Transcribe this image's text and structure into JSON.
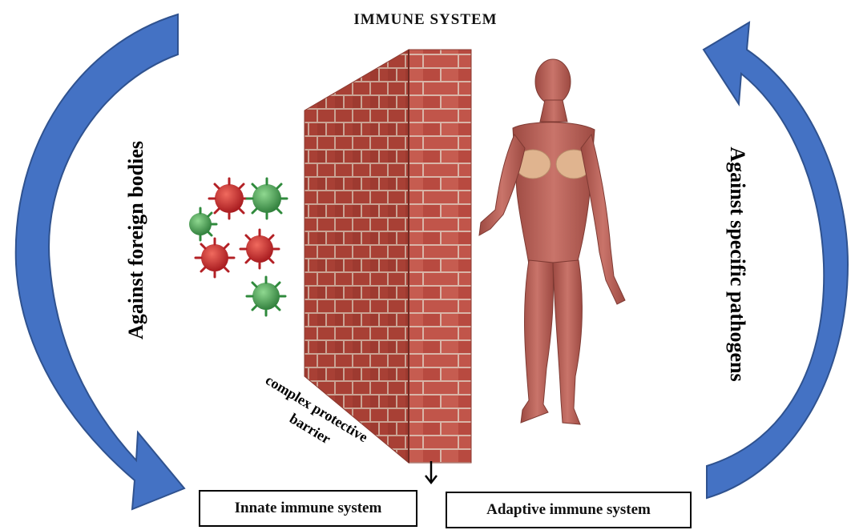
{
  "title": "IMMUNE  SYSTEM",
  "left_label": "Against foreign bodies",
  "right_label": "Against specific pathogens",
  "barrier_label": {
    "line1": "complex protective",
    "line2": "barrier"
  },
  "boxes": {
    "innate": "Innate immune system",
    "adaptive": "Adaptive immune system"
  },
  "colors": {
    "arrow": "#4472c4",
    "arrow_edge": "#2f528f",
    "brick": "#c1554a",
    "mortar": "#d9b5a8",
    "virus_red": "#c8262a",
    "virus_green": "#3f9a4c",
    "muscle": "#b85f55"
  }
}
